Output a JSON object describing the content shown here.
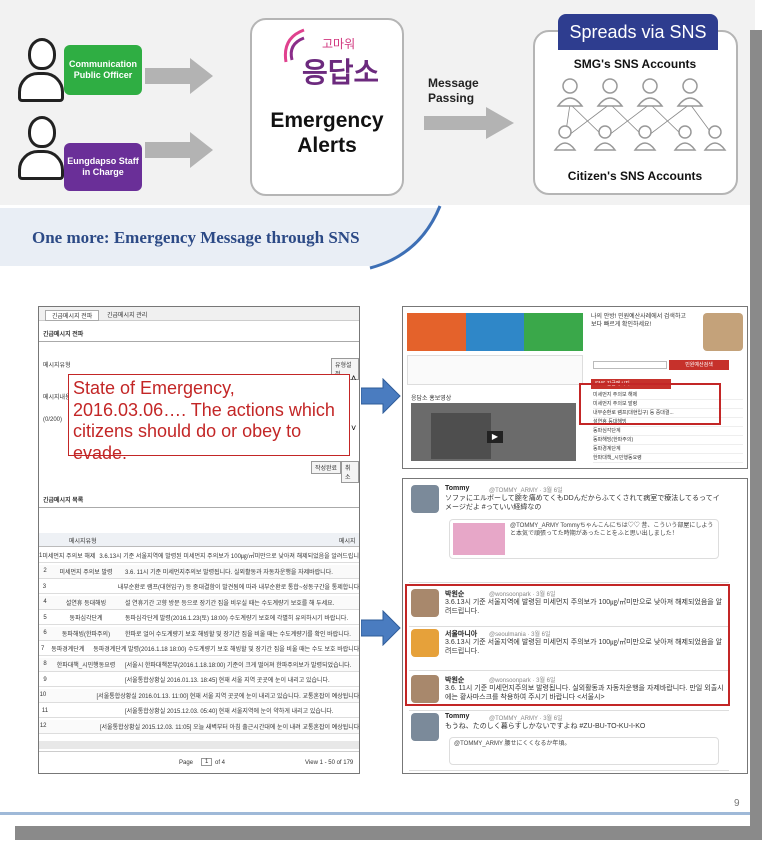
{
  "flow": {
    "role1": "Communication Public Officer",
    "role2": "Eungdapso Staff in Charge",
    "logo_text": "응답소",
    "logo_top": "고마워",
    "alerts_label": "Emergency Alerts",
    "message_passing": "Message Passing",
    "sns_header": "Spreads via SNS",
    "smg_accounts": "SMG's SNS Accounts",
    "citizen_accounts": "Citizen's SNS Accounts"
  },
  "section_title": "One more: Emergency Message through SNS",
  "left_panel": {
    "tabs": [
      "긴급메시지 전파",
      "긴급메시지 관리"
    ],
    "form_title": "긴급메시지 전파",
    "field1_label": "메시지유형",
    "field1_button": "유형설정",
    "field2_label": "메시지내용",
    "field2_count": "(0/200)",
    "overlay_text": "State of Emergency, 2016.03.06…. The actions which citizens should do or obey to evade.",
    "btn_done": "작성완료",
    "btn_cancel": "취소",
    "list_title": "긴급메시지 목록",
    "col1": "메시지유형",
    "col2": "메시지",
    "rows": [
      {
        "n": "1",
        "k": "미세먼지 주의보 해제",
        "v": "3.6.13시 기준 서울지역에 발령된 미세먼지 주의보가 100㎍/㎥미만으로 낮아져 해제되었음을 알려드립니다."
      },
      {
        "n": "2",
        "k": "미세먼지 주의보 발령",
        "v": "3.6. 11시 기준 미세먼지주의보 발령됩니다. 실외활동과 자동차운행을 자제바랍니다."
      },
      {
        "n": "3",
        "k": "",
        "v": "내부순환로 램프(대현입구) 등 중대결함이 발견됨에 따라 내부순환로 통합~성동구간을 통제합니다."
      },
      {
        "n": "4",
        "k": "설연휴 등대해빙",
        "v": "설 연휴기간 고향 방문 등으로 장기간 집을 비우실 때는 수도계량기 보호를 해 두세요."
      },
      {
        "n": "5",
        "k": "동파심각단계",
        "v": "동파심각단계 발령(2016.1.23(토) 18:00) 수도계량기 보호에 각별히 유의하시기 바랍니다."
      },
      {
        "n": "6",
        "k": "동파해빙(한파주의)",
        "v": "한파로 얼어 수도계량기 보호 해빙할 및 장기간 집을 비울 때는 수도계량기를 확인 바랍니다."
      },
      {
        "n": "7",
        "k": "동파경계단계",
        "v": "동파경계단계 발령(2016.1.18 18:00) 수도계량기 보호 해빙할 및 장기간 집을 비울 때는 수도 보호 바랍니다."
      },
      {
        "n": "8",
        "k": "한파대책_시민행동요령",
        "v": "[서울시 한파대책본부(2016.1.18.18:00) 기준이 크게 떨어져 한파주의보가 발령되었습니다."
      },
      {
        "n": "9",
        "k": "",
        "v": "[서울통합상황실 2016.01.13. 18:45] 현재 서울 지역 곳곳에 눈이 내리고 있습니다."
      },
      {
        "n": "10",
        "k": "",
        "v": "[서울통합상황실 2016.01.13. 11:00] 현재 서울 지역 곳곳에 눈이 내리고 있습니다. 교통혼잡이 예상됩니다."
      },
      {
        "n": "11",
        "k": "",
        "v": "[서울통합상황실 2015.12.03. 05:40] 현재 서울지역에 눈이 약하게 내리고 있습니다."
      },
      {
        "n": "12",
        "k": "",
        "v": "[서울통합상황실 2015.12.03. 11:05] 오늘 새벽부터 아침 출근시간대에 눈이 내려 교통혼잡이 예상됩니다."
      }
    ],
    "pager_page": "Page",
    "pager_value": "1",
    "pager_of": "of 4",
    "pager_view": "View 1 - 50 of 179"
  },
  "right_top": {
    "greeting": "나의 안방! 민원예산사례에서 검색하고 보다 빠르게 확인하세요!",
    "btn": "민원예산검색",
    "sns_label": "SNS 긴급메시지",
    "list": [
      "미세먼지 주의보 해제",
      "미세먼지 주의보 발령",
      "내부순환로 램프(대현입구) 등 중대결...",
      "설연휴 등대해빙",
      "동파심각단계",
      "동파해빙(한파주의)",
      "동파경계단계",
      "한파대책_시민행동요령"
    ],
    "video_title": "응답소 홍보영상"
  },
  "right_bottom": {
    "tweets": [
      {
        "name": "Tommy",
        "handle": "@TOMMY_ARMY · 3월 6일",
        "text": "ソファにエルボーして腕を痛めてくもDDんだからふてくされて病室で療法してるってイメージだよ #っていい経緯なの"
      },
      {
        "name": "박원순",
        "handle": "@wonsoonpark · 3월 6일",
        "text": "3.6.13시 기준 서울지역에 발령된 미세먼지 주의보가 100㎍/㎥미만으로 낮아져 해제되었음을 알려드립니다."
      },
      {
        "name": "서울마니아",
        "handle": "@seoulmania · 3월 6일",
        "text": "3.6.13시 기준 서울지역에 발령된 미세먼지 주의보가 100㎍/㎥미만으로 낮아져 해제되었음을 알려드립니다."
      },
      {
        "name": "박원순",
        "handle": "@wonsoonpark · 3월 6일",
        "text": "3.6. 11시 기준 미세먼지주의보 발령됩니다. 실외활동과 자동차운행을 자제바랍니다. 만일 외출시에는 황사마스크를 착용하여 주시기 바랍니다 <서울시>"
      },
      {
        "name": "Tommy",
        "handle": "@TOMMY_ARMY · 3월 6일",
        "text": "もうね、たのしく暮らすしかないですよね #ZU-BU-TO-KU-I-KO"
      }
    ],
    "subtext1": "@TOMMY_ARMY Tommyちゃんこんにちは♡♡ 昔、こういう部屋にしようと本気で頑張ってた時期があったことをふと思い出しました！",
    "subtext2": "@TOMMY_ARMY 腰せにくくなるか年頃。"
  },
  "page_number": "9"
}
